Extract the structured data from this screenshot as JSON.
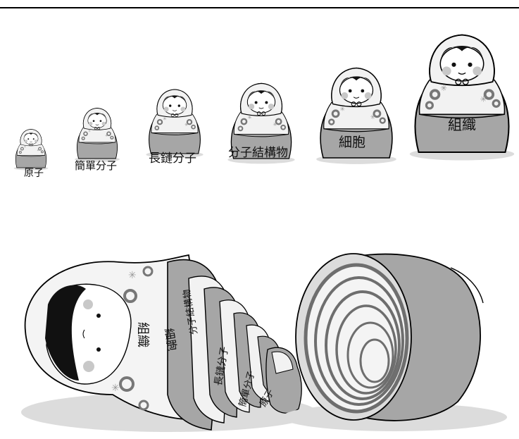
{
  "figure": {
    "doll_labels": [
      "原子",
      "簡單分子",
      "長鏈分子",
      "分子結構物",
      "細胞",
      "組織"
    ],
    "nested_labels": [
      "組織",
      "細胞",
      "分子結構物",
      "長鏈分子",
      "簡單分子",
      "原子"
    ]
  },
  "colors": {
    "body": "#a6a6a6",
    "face": "#ffffff",
    "hair": "#111111",
    "shadow": "#dcdcdc",
    "cheek": "#c8c8c8",
    "shell_dark": "#6e6e6e"
  }
}
